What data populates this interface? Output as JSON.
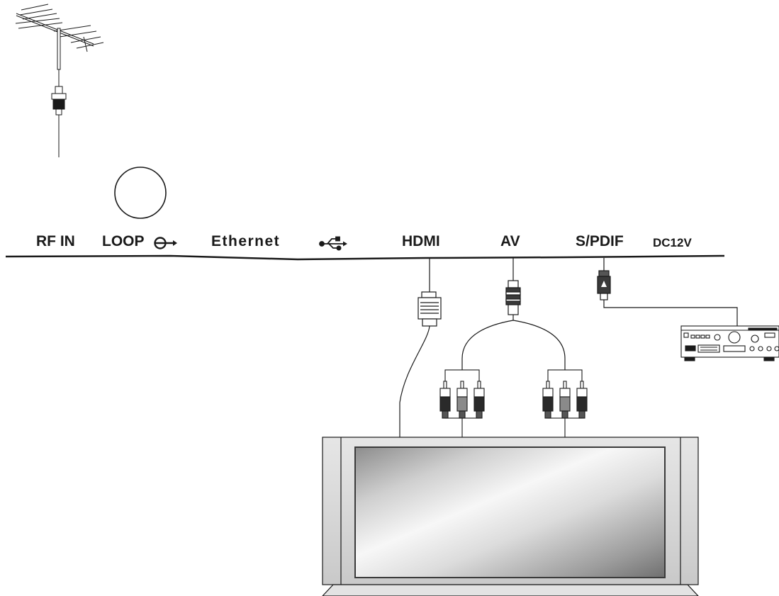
{
  "ports": {
    "rf_in": "RF IN",
    "loop": "LOOP",
    "ethernet": "Ethernet",
    "hdmi": "HDMI",
    "av": "AV",
    "spdif": "S/PDIF",
    "dc": "DC12V"
  },
  "icons": {
    "loop_symbol": "loop-out-icon",
    "usb_symbol": "usb-icon"
  },
  "colors": {
    "line": "#1a1a1a",
    "background": "#ffffff"
  }
}
